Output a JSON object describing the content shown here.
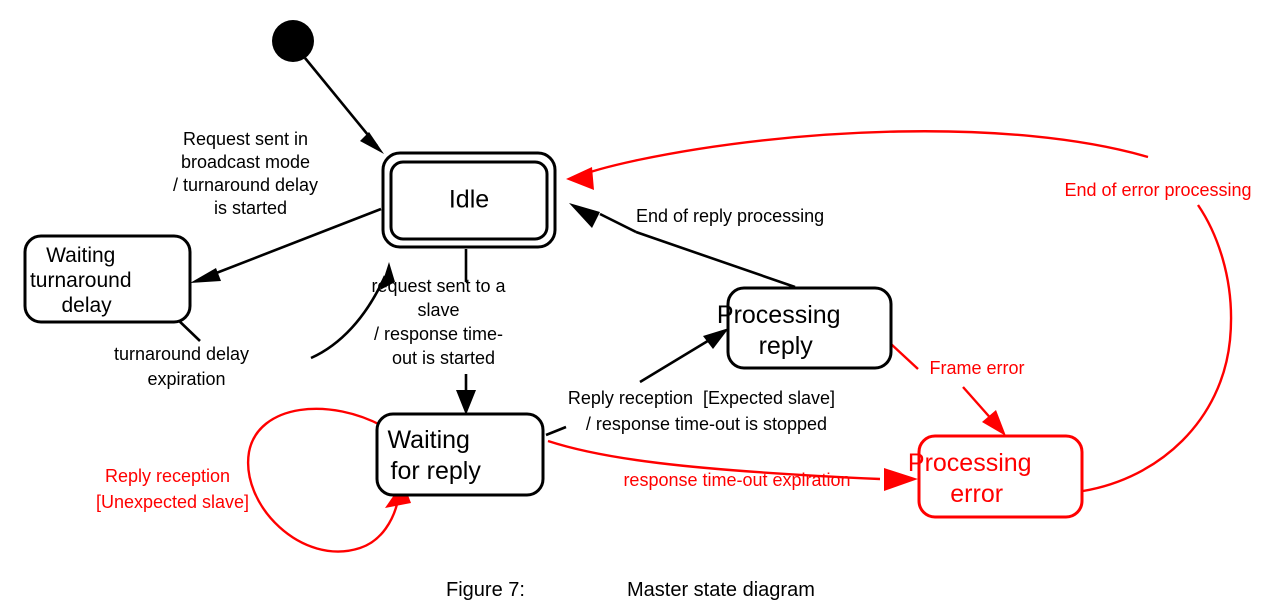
{
  "figure": {
    "caption_label": "Figure 7:",
    "caption_title": "Master state diagram"
  },
  "colors": {
    "normal": "#000000",
    "error": "#ff0000",
    "background": "#ffffff"
  },
  "states": [
    {
      "id": "initial",
      "kind": "initial-pseudostate",
      "label": ""
    },
    {
      "id": "idle",
      "kind": "composite-state",
      "label": "Idle",
      "color": "#000000"
    },
    {
      "id": "waiting-turnaround-delay",
      "kind": "state",
      "label_line1": "Waiting",
      "label_line2": "turnaround",
      "label_line3": "delay",
      "color": "#000000"
    },
    {
      "id": "waiting-for-reply",
      "kind": "state",
      "label_line1": "Waiting",
      "label_line2": "for reply",
      "color": "#000000"
    },
    {
      "id": "processing-reply",
      "kind": "state",
      "label_line1": "Processing",
      "label_line2": "reply",
      "color": "#000000"
    },
    {
      "id": "processing-error",
      "kind": "state",
      "label_line1": "Processing",
      "label_line2": "error",
      "color": "#ff0000"
    }
  ],
  "transitions": [
    {
      "id": "initial-to-idle",
      "from": "initial",
      "to": "idle",
      "color": "#000000",
      "label_lines": []
    },
    {
      "id": "idle-to-waiting-turnaround",
      "from": "idle",
      "to": "waiting-turnaround-delay",
      "color": "#000000",
      "label_lines": [
        "Request sent in",
        "broadcast mode",
        "/ turnaround delay",
        "is started"
      ]
    },
    {
      "id": "waiting-turnaround-to-idle",
      "from": "waiting-turnaround-delay",
      "to": "idle",
      "color": "#000000",
      "label_lines": [
        "turnaround delay",
        "expiration"
      ]
    },
    {
      "id": "idle-to-waiting-for-reply",
      "from": "idle",
      "to": "waiting-for-reply",
      "color": "#000000",
      "label_lines": [
        "request sent to a",
        "slave",
        "/ response time-",
        "out is started"
      ]
    },
    {
      "id": "waiting-for-reply-to-processing-reply",
      "from": "waiting-for-reply",
      "to": "processing-reply",
      "color": "#000000",
      "label_lines": [
        "Reply reception  [Expected slave]",
        "/ response time-out is stopped"
      ]
    },
    {
      "id": "processing-reply-to-idle",
      "from": "processing-reply",
      "to": "idle",
      "color": "#000000",
      "label_lines": [
        "End of reply processing"
      ]
    },
    {
      "id": "waiting-for-reply-self-loop",
      "from": "waiting-for-reply",
      "to": "waiting-for-reply",
      "color": "#ff0000",
      "label_lines": [
        "Reply reception",
        "[Unexpected slave]"
      ]
    },
    {
      "id": "waiting-for-reply-to-processing-error",
      "from": "waiting-for-reply",
      "to": "processing-error",
      "color": "#ff0000",
      "label_lines": [
        "response time-out expiration"
      ]
    },
    {
      "id": "processing-reply-to-processing-error",
      "from": "processing-reply",
      "to": "processing-error",
      "color": "#ff0000",
      "label_lines": [
        "Frame error"
      ]
    },
    {
      "id": "processing-error-to-idle",
      "from": "processing-error",
      "to": "idle",
      "color": "#ff0000",
      "label_lines": [
        "End of error processing"
      ]
    }
  ]
}
